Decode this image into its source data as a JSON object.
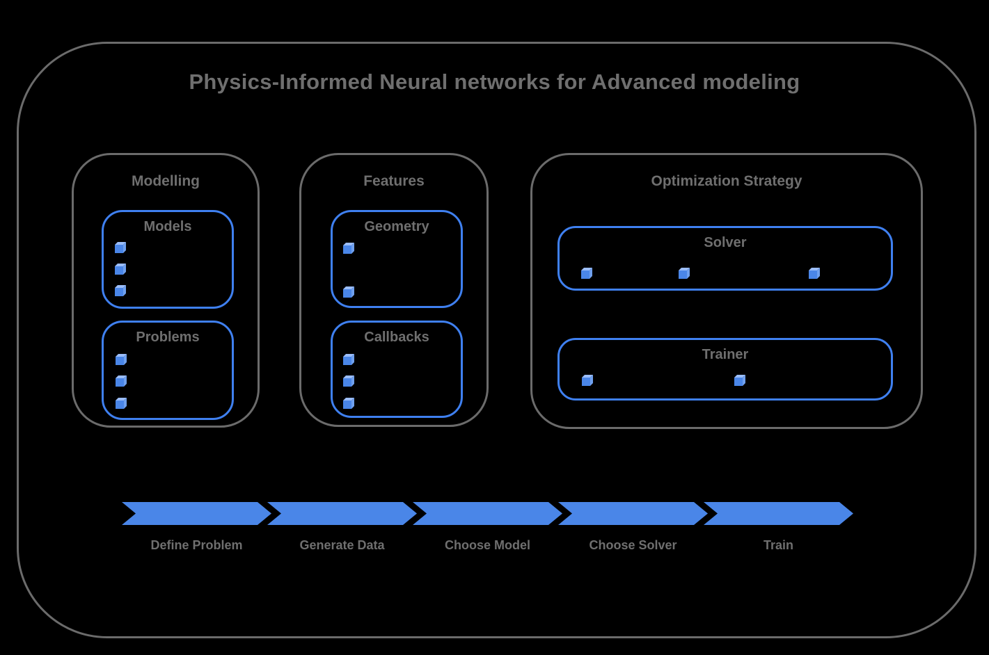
{
  "title": "Physics-Informed Neural networks for Advanced modeling",
  "sections": [
    {
      "id": "modelling",
      "label": "Modelling",
      "boxes": [
        {
          "label": "Models",
          "bullet_icon": "cube-icon",
          "item_count": 3
        },
        {
          "label": "Problems",
          "bullet_icon": "cube-icon",
          "item_count": 3
        }
      ]
    },
    {
      "id": "features",
      "label": "Features",
      "boxes": [
        {
          "label": "Geometry",
          "bullet_icon": "cube-icon",
          "item_count": 2
        },
        {
          "label": "Callbacks",
          "bullet_icon": "cube-icon",
          "item_count": 3
        }
      ]
    },
    {
      "id": "optimization",
      "label": "Optimization Strategy",
      "boxes": [
        {
          "label": "Solver",
          "bullet_icon": "cube-icon",
          "item_count": 3
        },
        {
          "label": "Trainer",
          "bullet_icon": "cube-icon",
          "item_count": 2
        }
      ]
    }
  ],
  "flow": {
    "steps": [
      {
        "label": "Define Problem"
      },
      {
        "label": "Generate Data"
      },
      {
        "label": "Choose Model"
      },
      {
        "label": "Choose Solver"
      },
      {
        "label": "Train"
      }
    ]
  },
  "colors": {
    "background": "#000000",
    "outline_gray": "#6b6b6b",
    "text_gray": "#6f6f6f",
    "box_border_blue": "#3f80f0",
    "arrow_blue": "#4a86e8",
    "cube_front": "#4a86e8",
    "cube_top": "#9bbdf9",
    "cube_side": "#6fa0ee"
  }
}
